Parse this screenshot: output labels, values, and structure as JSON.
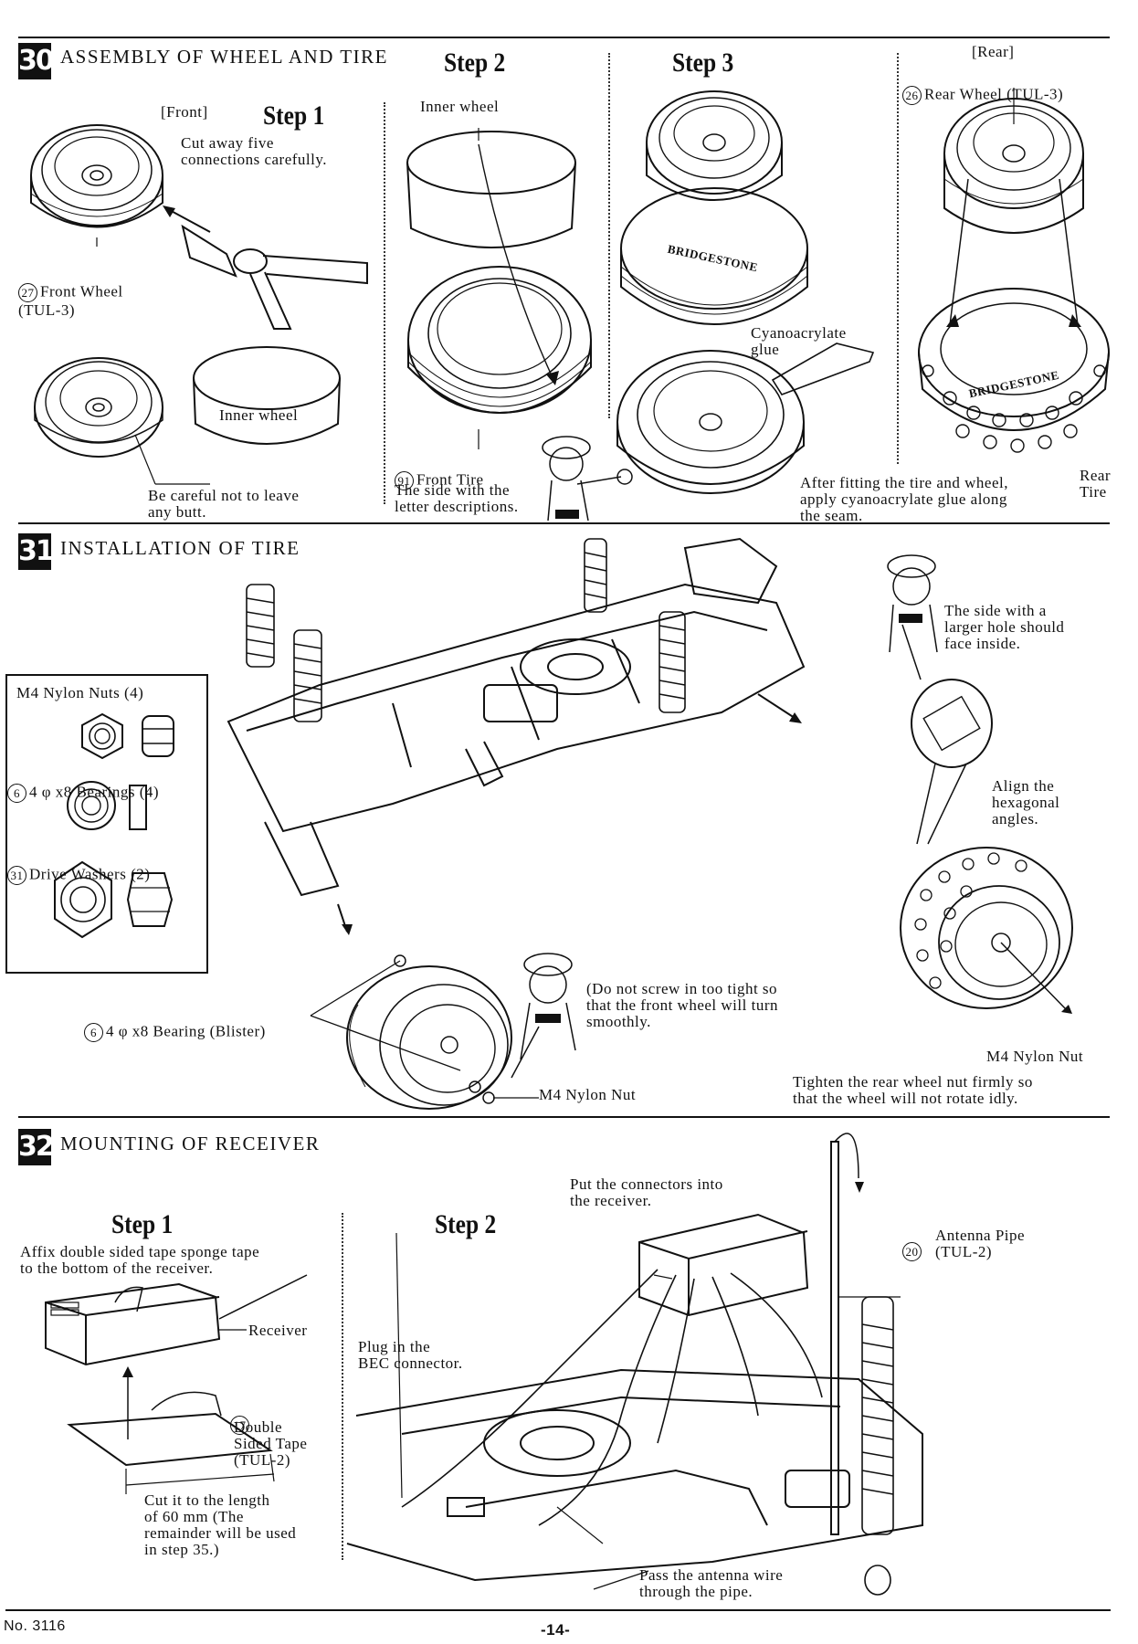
{
  "sec30": {
    "num": "30",
    "title": "ASSEMBLY OF WHEEL AND TIRE",
    "step1": "Step 1",
    "step2": "Step 2",
    "step3": "Step 3",
    "front_label": "[Front]",
    "cut_note": "Cut away five\nconnections carefully.",
    "front_wheel_num": "27",
    "front_wheel": "Front Wheel\n(TUL-3)",
    "inner_wheel_a": "Inner wheel",
    "inner_wheel_b": "Inner wheel",
    "butt_note": "Be careful not to leave\nany butt.",
    "front_tire_num": "91",
    "front_tire": "Front Tire",
    "letter_side": "The side with the\nletter descriptions.",
    "glue": "Cyanoacrylate\nglue",
    "rear_label": "[Rear]",
    "rear_wheel_num": "26",
    "rear_wheel": "Rear Wheel (TUL-3)",
    "seam_note": "After fitting the tire and wheel,\napply cyanoacrylate glue along\nthe seam.",
    "rear_tire": "Rear\nTire",
    "tire_brand": "BRIDGESTONE"
  },
  "sec31": {
    "num": "31",
    "title": "INSTALLATION OF TIRE",
    "parts": {
      "nuts": "M4 Nylon Nuts  (4)",
      "bearings_num": "6",
      "bearings": "4 φ x8 Bearings  (4)",
      "washers_num": "31",
      "washers": "Drive Washers  (2)"
    },
    "hole_note": "The side with a\nlarger hole should\nface inside.",
    "align_note": "Align the\nhexagonal\nangles.",
    "bearing_num": "6",
    "bearing": "4 φ x8 Bearing  (Blister)",
    "screw_note": "(Do not screw in too tight so\nthat the front wheel will turn\nsmoothly.",
    "m4_nut_front": "M4 Nylon Nut",
    "m4_nut_rear": "M4 Nylon Nut",
    "tighten_note": "Tighten the rear wheel nut firmly so\nthat the wheel will not rotate idly."
  },
  "sec32": {
    "num": "32",
    "title": "MOUNTING OF RECEIVER",
    "step1": "Step 1",
    "step2": "Step 2",
    "affix_note": "Affix double sided tape sponge tape\nto the bottom of the receiver.",
    "receiver": "Receiver",
    "tape_num": "17",
    "tape": "Double\nSided Tape\n(TUL-2)",
    "cut_note": "Cut it to the length\nof 60 mm (The\nremainder will be used\nin step 35.)",
    "connectors_note": "Put the connectors into\nthe receiver.",
    "bec_note": "Plug in the\nBEC connector.",
    "antenna_num": "20",
    "antenna": "Antenna Pipe\n(TUL-2)",
    "pass_note": "Pass the antenna wire\nthrough the pipe."
  },
  "footer": {
    "doc_no": "No. 3116",
    "page": "-14-"
  }
}
